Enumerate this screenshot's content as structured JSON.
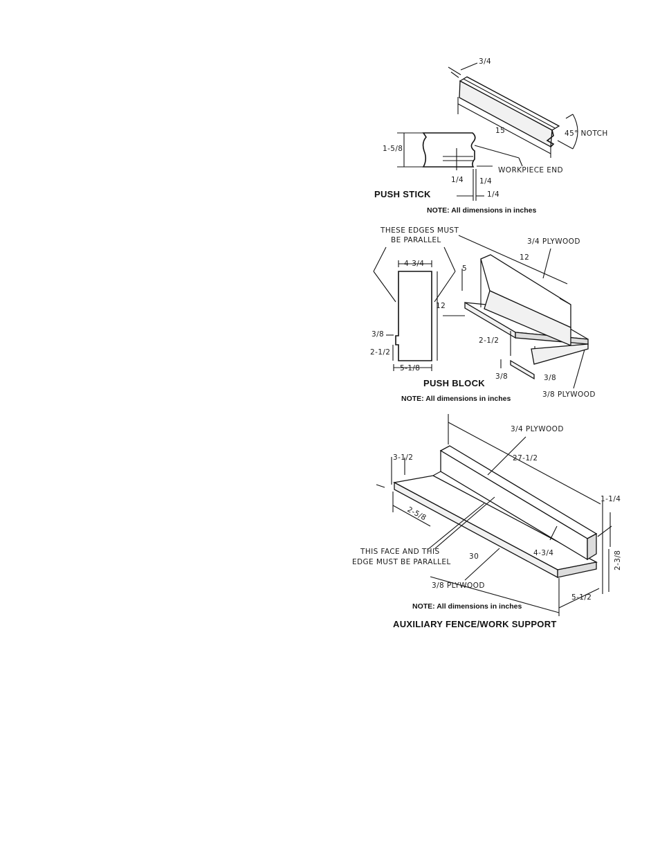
{
  "push_stick": {
    "title": "PUSH STICK",
    "note": "NOTE: All dimensions in inches",
    "dims": {
      "thickness": "3/4",
      "length": "15",
      "height": "1-5/8",
      "notch": "45° NOTCH",
      "workpiece": "WORKPIECE END",
      "quarter_a": "1/4",
      "quarter_b": "1/4",
      "quarter_c": "1/4"
    }
  },
  "push_block": {
    "title": "PUSH BLOCK",
    "note": "NOTE: All dimensions in inches",
    "parallel_note_1": "THESE EDGES MUST",
    "parallel_note_2": "BE PARALLEL",
    "dims": {
      "width_top": "4-3/4",
      "length_side": "12",
      "step": "3/8",
      "step_height": "2-1/2",
      "width_bottom": "5-1/8",
      "height": "5",
      "length_iso": "12",
      "ply_top": "3/4 PLYWOOD",
      "heel_height": "2-1/2",
      "heel_a": "3/8",
      "heel_b": "3/8",
      "ply_bottom": "3/8 PLYWOOD"
    }
  },
  "aux_fence": {
    "title": "AUXILIARY FENCE/WORK SUPPORT",
    "note": "NOTE: All dimensions in inches",
    "parallel_note_1": "THIS FACE AND THIS",
    "parallel_note_2": "EDGE MUST BE PARALLEL",
    "dims": {
      "ply_top": "3/4 PLYWOOD",
      "fence_length": "27-1/2",
      "left_height": "3-1/2",
      "slot": "2-5/8",
      "fence_height": "1-1/4",
      "base_length": "30",
      "fence_width": "4-3/4",
      "side_height": "2-3/8",
      "ply_bottom": "3/8 PLYWOOD",
      "base_width": "5-1/2"
    }
  }
}
